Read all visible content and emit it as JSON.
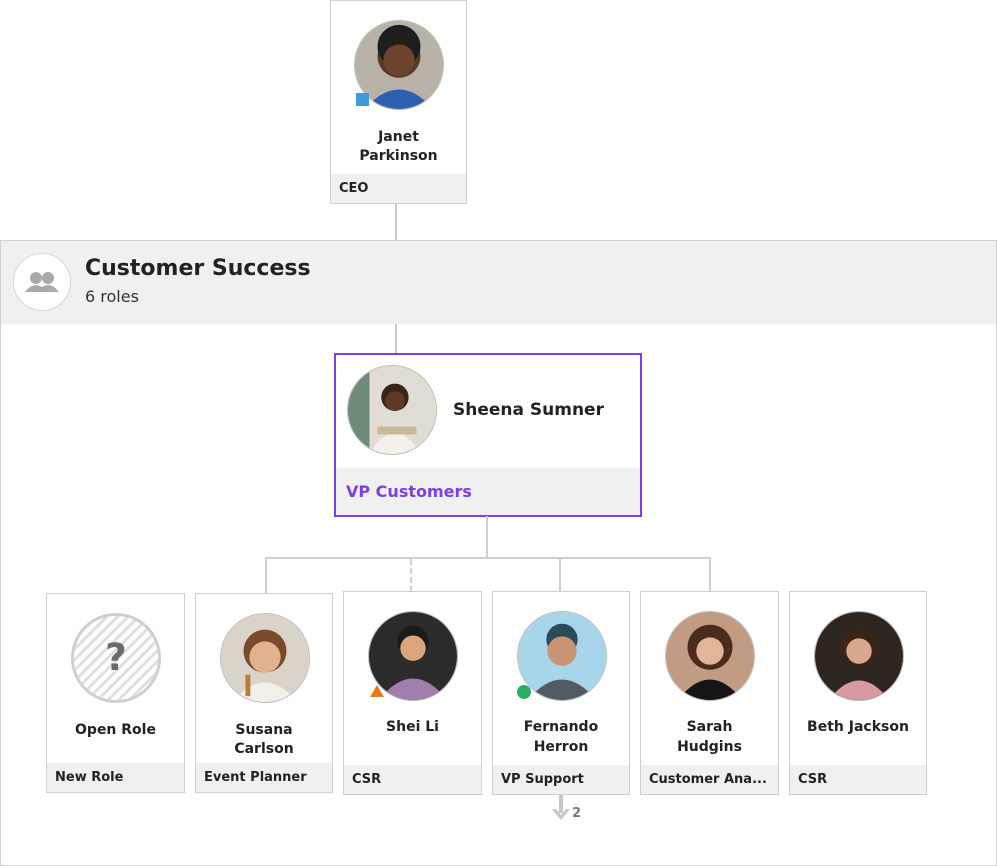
{
  "ceo": {
    "name_line1": "Janet",
    "name_line2": "Parkinson",
    "role": "CEO"
  },
  "team": {
    "title": "Customer Success",
    "subtitle": "6 roles"
  },
  "manager": {
    "name": "Sheena Sumner",
    "role": "VP Customers"
  },
  "reports": [
    {
      "line1": "Open Role",
      "line2": "",
      "role": "New Role"
    },
    {
      "line1": "Susana",
      "line2": "Carlson",
      "role": "Event Planner"
    },
    {
      "line1": "Shei Li",
      "line2": "",
      "role": "CSR"
    },
    {
      "line1": "Fernando",
      "line2": "Herron",
      "role": "VP Support"
    },
    {
      "line1": "Sarah",
      "line2": "Hudgins",
      "role": "Customer Ana..."
    },
    {
      "line1": "Beth Jackson",
      "line2": "",
      "role": "CSR"
    }
  ],
  "expand": {
    "count": "2"
  },
  "colors": {
    "accent": "#7b3fe4",
    "status_blue": "#3b9bdb",
    "status_orange": "#e8771e",
    "status_green": "#2eac66"
  }
}
